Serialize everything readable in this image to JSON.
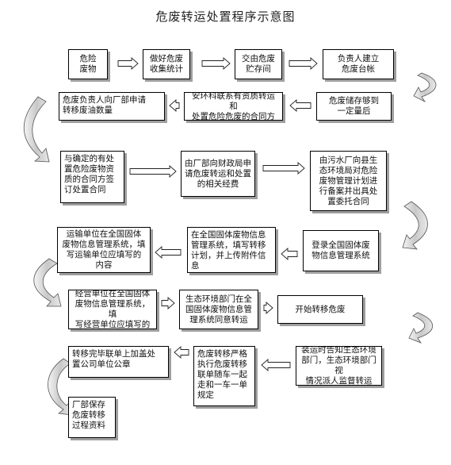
{
  "title": "危废转运处置程序示意图",
  "boxes": {
    "b1": "危险\n废物",
    "b2": "做好危废\n收集统计",
    "b3": "交由危废\n贮存间",
    "b4": "负责人建立\n危废台帐",
    "b5": "危废储存够到\n一定量后",
    "b6": "安环科联系有资质转运和\n处置危险危废的合同方",
    "b7": "危废负责人向厂部申请\n转移废油数量",
    "b8": "与确定的有处\n置危险废物资\n质的合同方签\n订处置合同",
    "b9": "由厂部向财政局申\n请危废转运和处置\n的相关经费",
    "b10": "由污水厂向县生\n态环境局对危险\n废物管理计划进\n行备案并出具处\n置委托合同",
    "b11": "登录全国固体废\n物信息管理系统",
    "b12": "在全国固体废物信息\n管理系统，填写转移\n计划，并上传附件信\n息",
    "b13": "运输单位在全国固体\n废物信息管理系统，填\n写运输单位应填写的\n内容",
    "b14": "经营单位在全国固体\n废物信息管理系统，填\n写经营单位应填写的",
    "b15": "生态环境部门在全\n国固体废物信息管\n理系统同意转运",
    "b16": "开始转移危废",
    "b17": "装运时告知生态环境\n部门，生态环境部门视\n情况派人监督转运",
    "b18": "危废转移严格\n执行危废转移\n联单随车一起\n走和一车一单\n规定",
    "b19": "转移完毕联单上加盖处\n置公司单位公章",
    "b20": "厂部保存\n危废转移\n过程资料"
  }
}
